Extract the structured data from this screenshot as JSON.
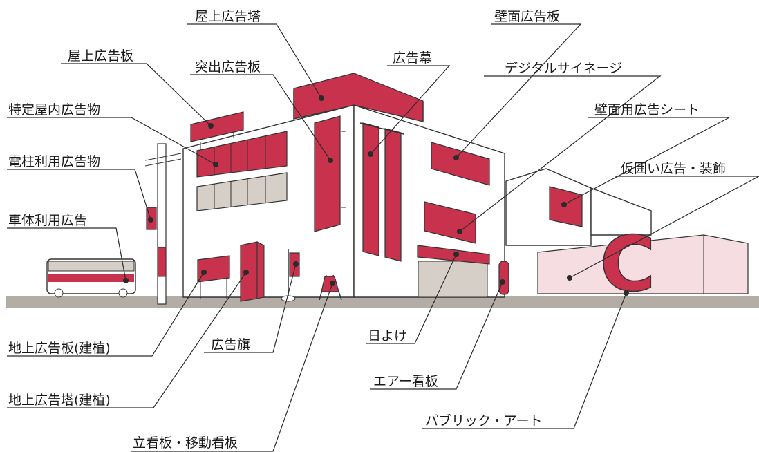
{
  "colors": {
    "accent_red": "#c8324c",
    "pink_wall": "#f5dde2",
    "road": "#b4ada6",
    "wall": "#ffffff",
    "shade": "#d6cfc7"
  },
  "labels": {
    "rooftop_tower": "屋上広告塔",
    "rooftop_board": "屋上広告板",
    "projecting_board": "突出広告板",
    "specific_indoor": "特定屋内広告物",
    "pole_ad": "電柱利用広告物",
    "vehicle_ad": "車体利用広告",
    "banner": "広告幕",
    "wall_board": "壁面広告板",
    "digital_signage": "デジタルサイネージ",
    "wall_sheet": "壁面用広告シート",
    "fence_decoration": "仮囲い広告・装飾",
    "ground_board": "地上広告板(建植)",
    "flag": "広告旗",
    "ground_tower": "地上広告塔(建植)",
    "standing_board": "立看板・移動看板",
    "awning": "日よけ",
    "air_sign": "エアー看板",
    "public_art": "パブリック・アート"
  },
  "art": {
    "letter": "C"
  }
}
